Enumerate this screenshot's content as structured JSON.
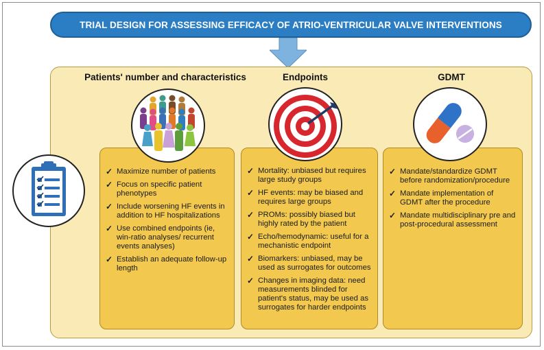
{
  "banner": {
    "title": "TRIAL DESIGN FOR ASSESSING EFFICACY OF ATRIO-VENTRICULAR VALVE INTERVENTIONS"
  },
  "columns": [
    {
      "title": "Patients' number and characteristics",
      "icon": "people-group-icon",
      "items": [
        "Maximize number of patients",
        "Focus on specific patient phenotypes",
        "Include worsening HF events in addition to HF hospitalizations",
        "Use combined endpoints (ie, win-ratio analyses/ recurrent events analyses)",
        "Establish an adequate follow-up length"
      ]
    },
    {
      "title": "Endpoints",
      "icon": "target-icon",
      "items": [
        "Mortality: unbiased but requires large study groups",
        "HF events: may be biased and requires large groups",
        "PROMs: possibly biased but highly rated by the patient",
        "Echo/hemodynamic: useful for a mechanistic endpoint",
        "Biomarkers: unbiased, may be used as surrogates for outcomes",
        "Changes in imaging data: need measurements blinded for patient's status, may be used as surrogates for harder endpoints"
      ]
    },
    {
      "title": "GDMT",
      "icon": "pills-icon",
      "items": [
        "Mandate/standardize GDMT before randomization/procedure",
        "Mandate implementation of GDMT after the procedure",
        "Mandate multidisciplinary pre and post-procedural assessment"
      ]
    }
  ],
  "side_icon": "clipboard-checklist-icon",
  "colors": {
    "banner": "#2b7ec3",
    "panel": "#faebb6",
    "card": "#f2c94e",
    "target_red": "#d8262e"
  }
}
